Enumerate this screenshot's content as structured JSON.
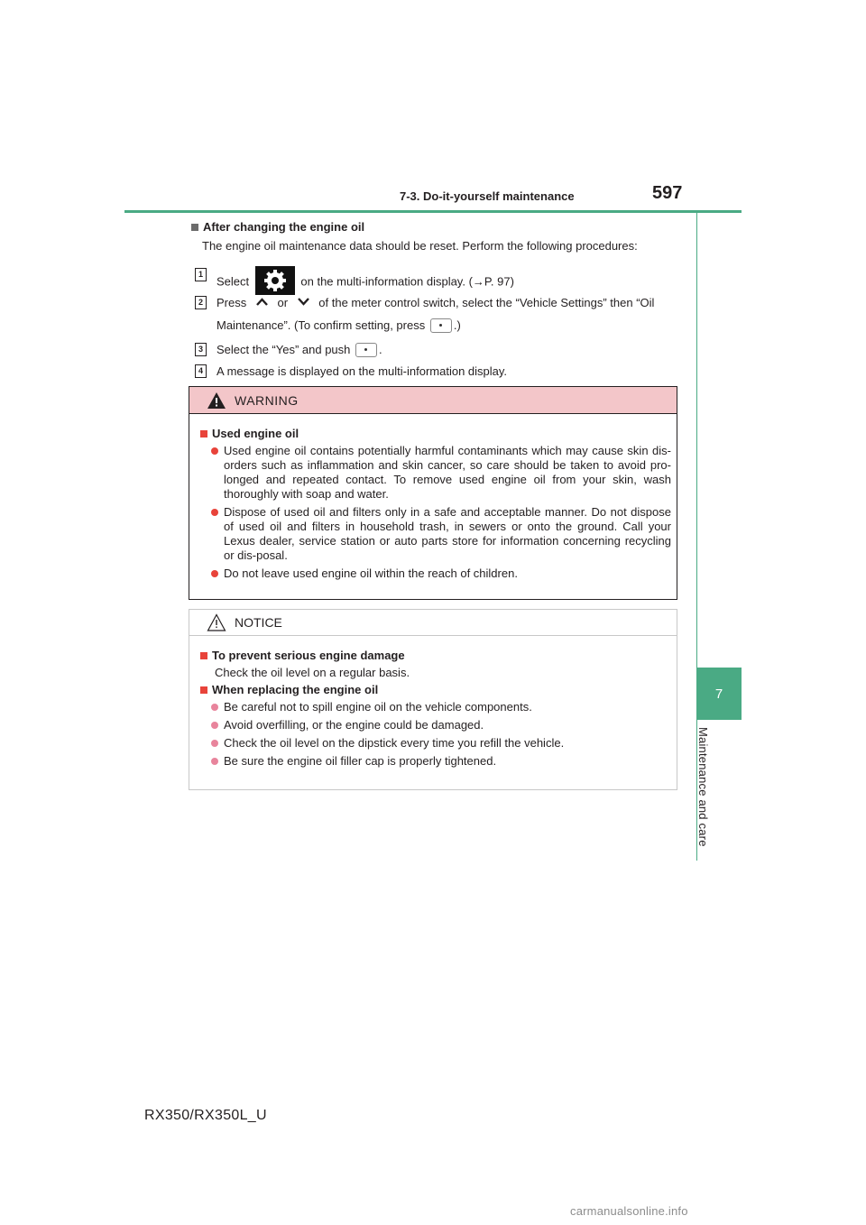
{
  "header": {
    "section": "7-3. Do-it-yourself maintenance",
    "page_number": "597"
  },
  "side_tab": {
    "chapter_number": "7",
    "chapter_title": "Maintenance and care"
  },
  "after_changing": {
    "title": "After changing the engine oil",
    "intro": "The engine oil maintenance data should be reset. Perform the following procedures:",
    "steps": [
      {
        "num": "1",
        "before": "Select",
        "after": "on the multi-information display. (",
        "ref": "→P. 97)"
      },
      {
        "num": "2",
        "line1_a": "Press",
        "line1_b": "or",
        "line1_c": "of the meter control switch, select the “Vehicle Settings” then “Oil",
        "line2_a": "Maintenance”. (To confirm setting, press",
        "line2_b": ".)"
      },
      {
        "num": "3",
        "before": "Select the “Yes” and push",
        "after": "."
      },
      {
        "num": "4",
        "text": "A message is displayed on the multi-information display."
      }
    ]
  },
  "warning": {
    "heading": "WARNING",
    "subtitle": "Used engine oil",
    "bullets": [
      "Used engine oil contains potentially harmful contaminants which may cause skin dis-orders such as inflammation and skin cancer, so care should be taken to avoid pro-longed and repeated contact. To remove used engine oil from your skin, wash thoroughly with soap and water.",
      "Dispose of used oil and filters only in a safe and acceptable manner. Do not dispose of used oil and filters in household trash, in sewers or onto the ground. Call your Lexus dealer, service station or auto parts store for information concerning recycling or dis-posal.",
      "Do not leave used engine oil within the reach of children."
    ]
  },
  "notice": {
    "heading": "NOTICE",
    "sub1": "To prevent serious engine damage",
    "sub1_text": "Check the oil level on a regular basis.",
    "sub2": "When replacing the engine oil",
    "bullets": [
      "Be careful not to spill engine oil on the vehicle components.",
      "Avoid overfilling, or the engine could be damaged.",
      "Check the oil level on the dipstick every time you refill the vehicle.",
      "Be sure the engine oil filler cap is properly tightened."
    ]
  },
  "footer": {
    "model": "RX350/RX350L_U"
  },
  "watermark": "carmanualsonline.info",
  "colors": {
    "accent_green": "#4aaa84",
    "warning_band": "#f3c6c9",
    "bullet_red": "#e8433a"
  }
}
